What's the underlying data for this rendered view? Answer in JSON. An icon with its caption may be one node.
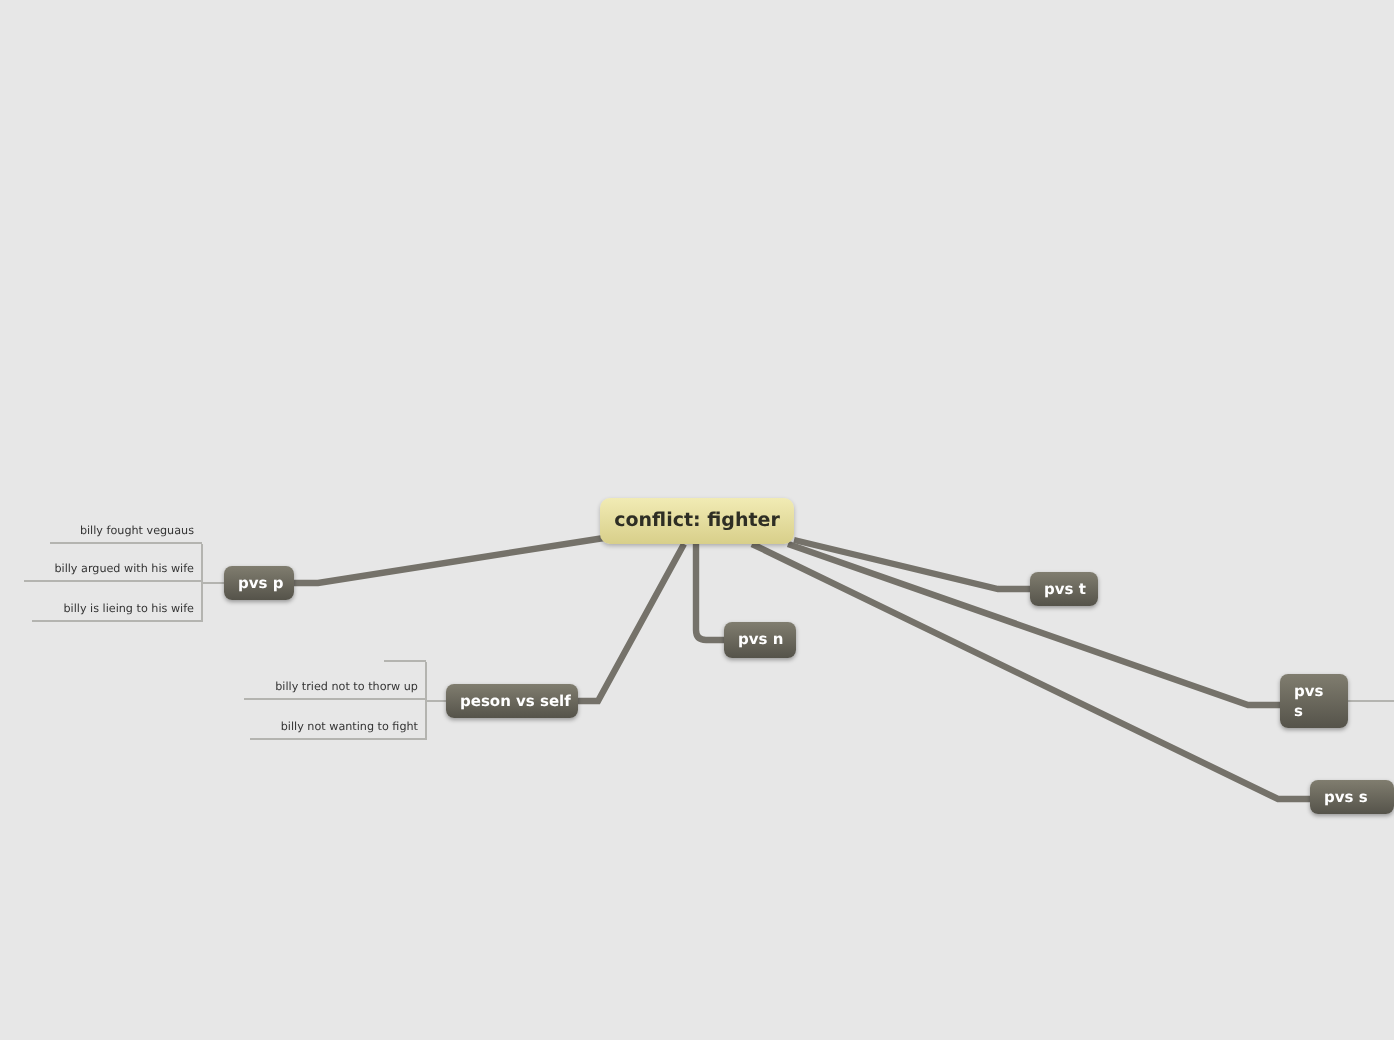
{
  "diagram": {
    "nodes": [
      {
        "text": [
          "conflict: fighter"
        ]
      },
      {
        "text": [
          "pvs p"
        ]
      },
      {
        "text": [
          "billy fought veguaus"
        ]
      },
      {
        "text": [
          "billy argued with his wife"
        ]
      },
      {
        "text": [
          "billy is lieing to his wife"
        ]
      },
      {
        "text": [
          "peson vs self"
        ]
      },
      {
        "text": [],
        "shape": "line"
      },
      {
        "text": [
          "billy tried not to thorw up"
        ]
      },
      {
        "text": [
          "billy not wanting to fight"
        ]
      },
      {
        "text": [
          "pvs n"
        ]
      },
      {
        "text": [
          "pvs t"
        ]
      },
      {
        "text": [
          "pvs s"
        ]
      },
      {
        "text": [
          "pvs s"
        ]
      }
    ],
    "edges": [
      {
        "from": 0,
        "to": 1,
        "arrow": "none",
        "style": "thick",
        "color": "#75726a"
      },
      {
        "from": 0,
        "to": 5,
        "arrow": "none",
        "style": "thick",
        "color": "#75726a"
      },
      {
        "from": 0,
        "to": 9,
        "arrow": "none",
        "style": "thick",
        "color": "#75726a"
      },
      {
        "from": 0,
        "to": 10,
        "arrow": "none",
        "style": "thick",
        "color": "#75726a"
      },
      {
        "from": 0,
        "to": 11,
        "arrow": "none",
        "style": "thick",
        "color": "#75726a"
      },
      {
        "from": 0,
        "to": 12,
        "arrow": "none",
        "style": "thick",
        "color": "#75726a"
      },
      {
        "from": 1,
        "to": 2,
        "arrow": "none"
      },
      {
        "from": 1,
        "to": 3,
        "arrow": "none"
      },
      {
        "from": 1,
        "to": 4,
        "arrow": "none"
      },
      {
        "from": 5,
        "to": 6,
        "arrow": "none"
      },
      {
        "from": 5,
        "to": 7,
        "arrow": "none"
      },
      {
        "from": 5,
        "to": 8,
        "arrow": "none"
      },
      {
        "from": 11,
        "to": null,
        "arrow": "none"
      }
    ]
  }
}
